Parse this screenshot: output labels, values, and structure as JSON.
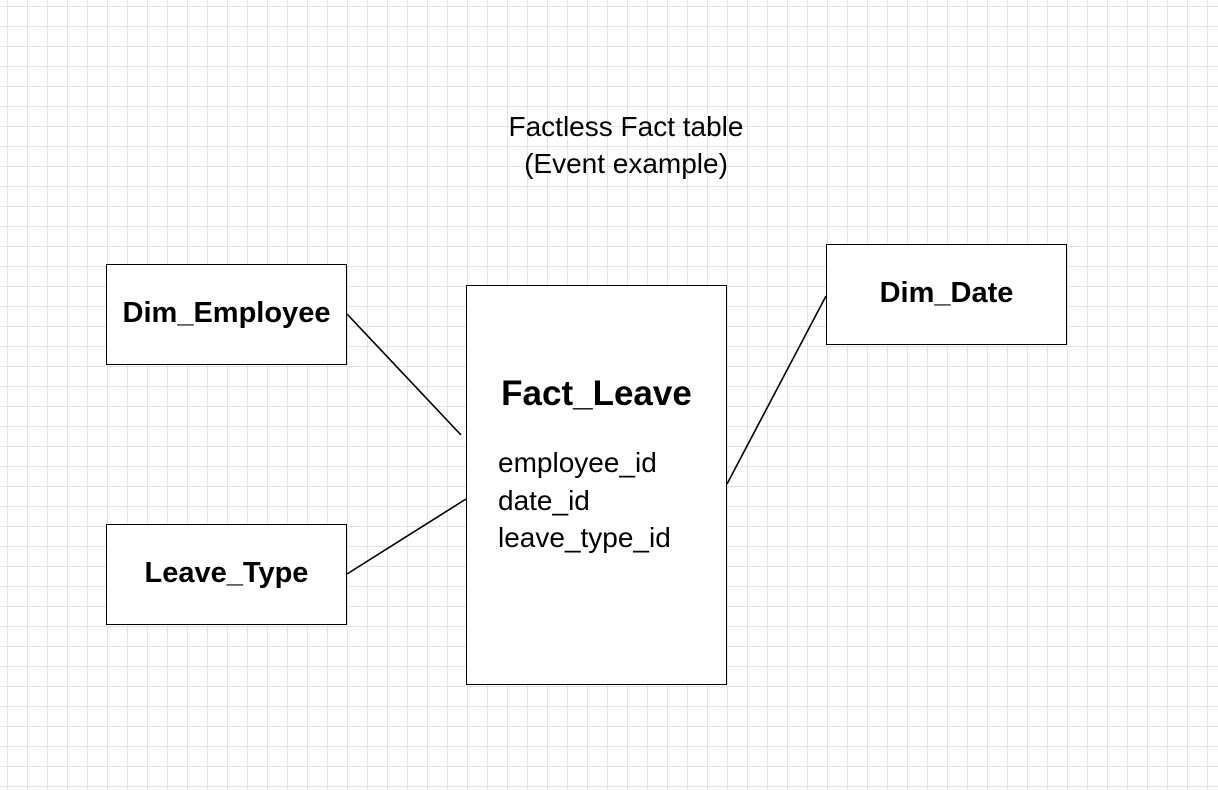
{
  "title": {
    "line1": "Factless Fact table",
    "line2": "(Event example)"
  },
  "tables": {
    "dim_employee": {
      "label": "Dim_Employee"
    },
    "leave_type": {
      "label": "Leave_Type"
    },
    "dim_date": {
      "label": "Dim_Date"
    },
    "fact_leave": {
      "label": "Fact_Leave",
      "fields": [
        "employee_id",
        "date_id",
        "leave_type_id"
      ]
    }
  },
  "colors": {
    "background": "#ffffff",
    "grid": "#e4e4e4",
    "stroke": "#000000"
  }
}
